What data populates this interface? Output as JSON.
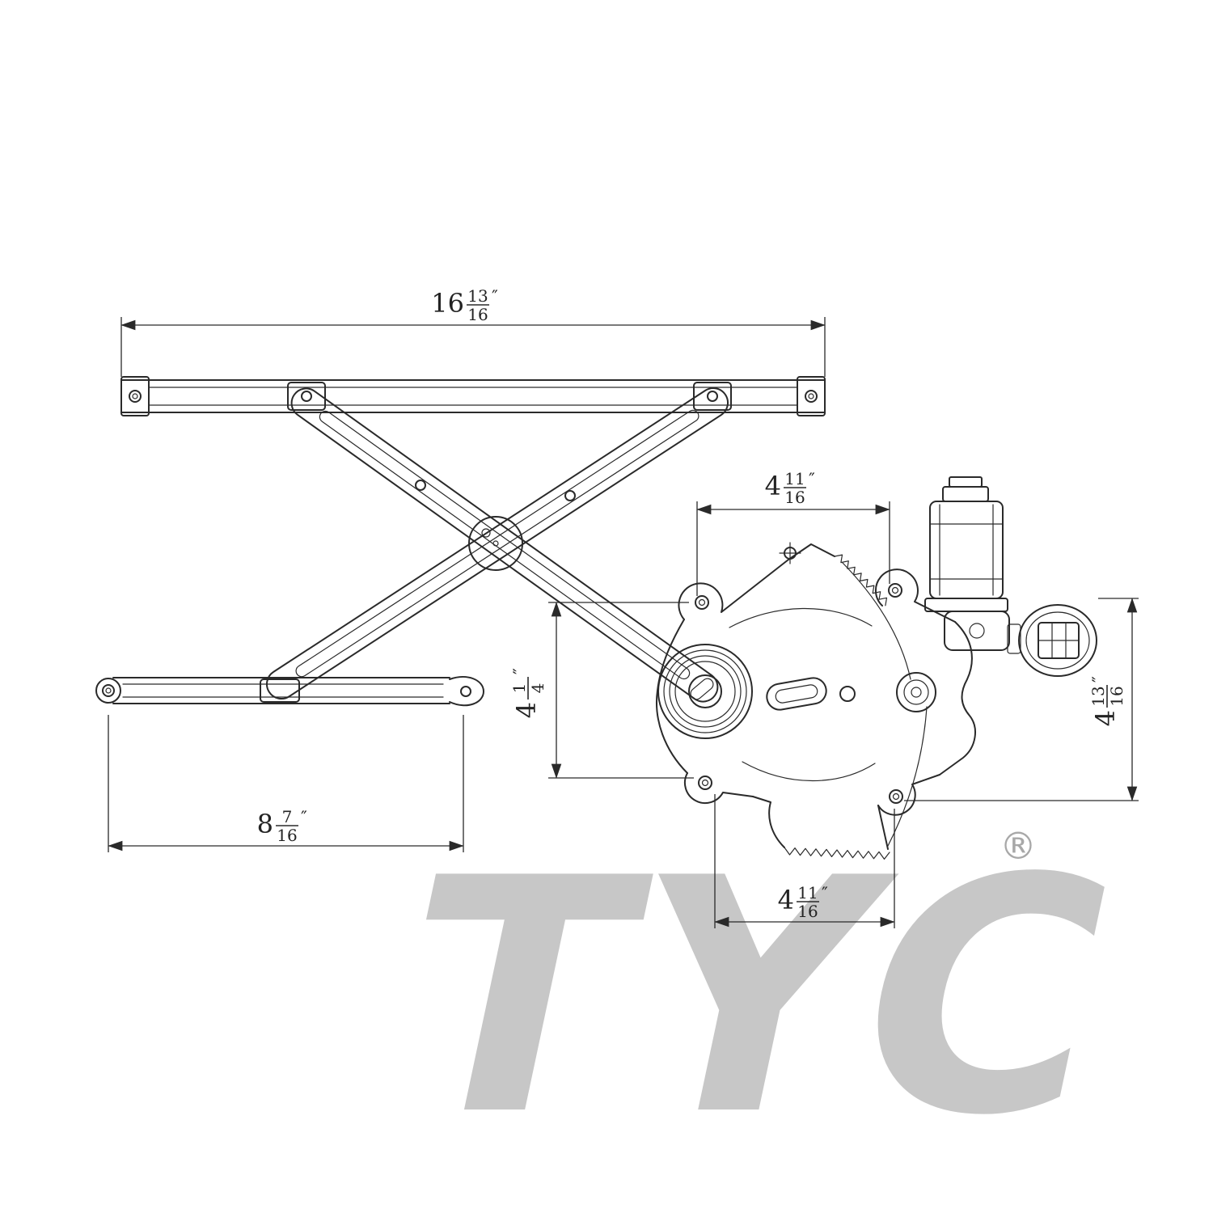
{
  "page": {
    "background_color": "#ffffff",
    "line_color": "#2a2a2a",
    "watermark_color": "#c7c7c7"
  },
  "drawing": {
    "dims": {
      "top_rail": {
        "whole": "16",
        "num": "13",
        "den": "16",
        "unit": "″"
      },
      "upper_span": {
        "whole": "4",
        "num": "11",
        "den": "16",
        "unit": "″"
      },
      "left_height": {
        "whole": "4",
        "num": "1",
        "den": "4",
        "unit": "″"
      },
      "right_height": {
        "whole": "4",
        "num": "13",
        "den": "16",
        "unit": "″"
      },
      "lower_rail": {
        "whole": "8",
        "num": "7",
        "den": "16",
        "unit": "″"
      },
      "lower_span": {
        "whole": "4",
        "num": "11",
        "den": "16",
        "unit": "″"
      }
    },
    "watermark": {
      "brand": "TYC",
      "registered": "®"
    }
  }
}
